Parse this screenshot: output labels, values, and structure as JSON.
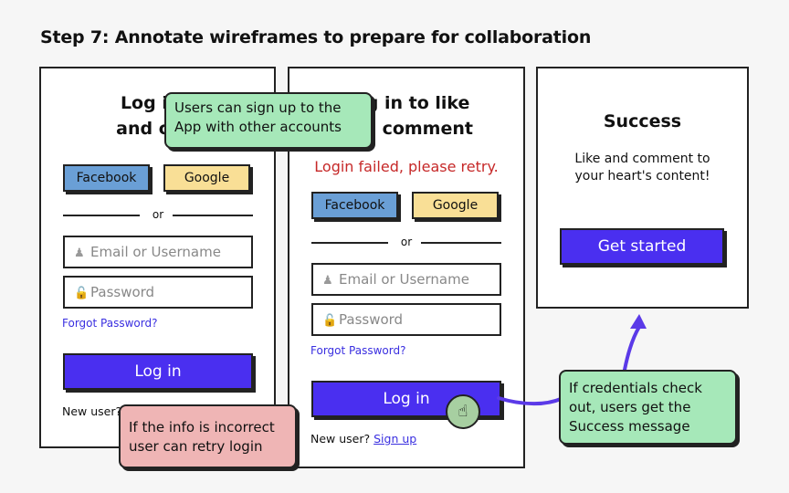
{
  "heading": "Step 7: Annotate wireframes to prepare for collaboration",
  "screen1": {
    "title_line1": "Log in t",
    "title_line2": "and com",
    "facebook": "Facebook",
    "google": "Google",
    "or": "or",
    "email_placeholder": "Email or Username",
    "password_placeholder": "Password",
    "forgot": "Forgot Password?",
    "login": "Log in",
    "newuser": "New user?"
  },
  "screen2": {
    "title_line1": "Log in to like",
    "title_line2": "and comment",
    "error": "Login failed, please retry.",
    "facebook": "Facebook",
    "google": "Google",
    "or": "or",
    "email_placeholder": "Email or Username",
    "password_placeholder": "Password",
    "forgot": "Forgot Password?",
    "login": "Log in",
    "newuser": "New user?",
    "signup": "Sign up"
  },
  "screen3": {
    "title": "Success",
    "line1": "Like and comment to",
    "line2": "your heart's content!",
    "button": "Get started"
  },
  "notes": {
    "signup_line1": "Users can sign up to the",
    "signup_line2": "App with other accounts",
    "incorrect_line1": "If the info is incorrect",
    "incorrect_line2": "user can retry login",
    "success_line1": "If credentials check",
    "success_line2": "out, users get the",
    "success_line3": "Success message"
  },
  "icons": {
    "email": "user-icon",
    "password": "lock-icon",
    "cursor": "hand-pointer-icon"
  },
  "colors": {
    "primary": "#4a2ff0",
    "facebook": "#6a9fd6",
    "google": "#f9df96",
    "note_green": "#a6e8b9",
    "note_pink": "#efb5b5",
    "error": "#c62828",
    "link": "#3a2fe0"
  }
}
